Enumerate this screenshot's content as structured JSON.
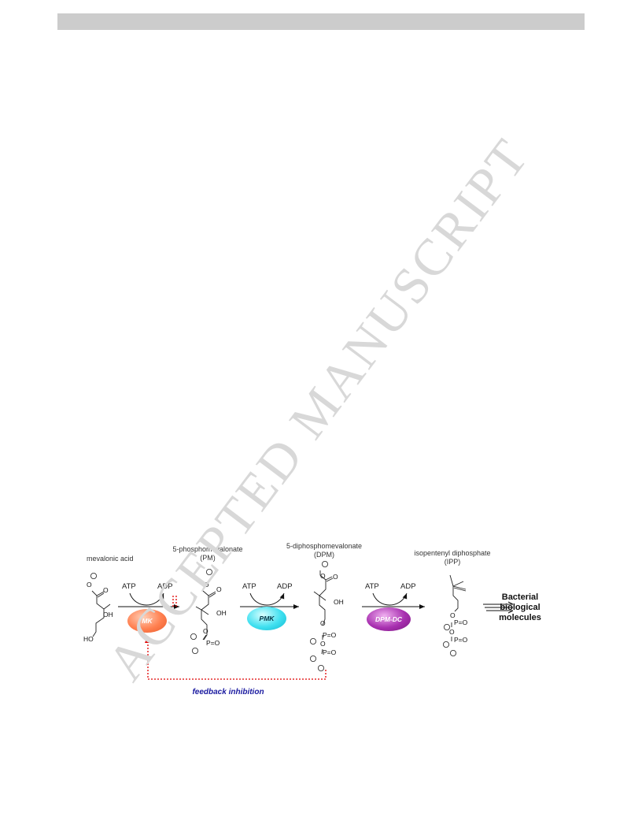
{
  "header": {
    "bar_color": "#cccccc"
  },
  "watermark": {
    "text": "ACCEPTED MANUSCRIPT",
    "color": "#d8d8d8"
  },
  "compounds": [
    {
      "name": "mevalonic acid",
      "abbr": ""
    },
    {
      "name": "5-phosphomevalonate",
      "abbr": "(PM)"
    },
    {
      "name": "5-diphosphomevalonate",
      "abbr": "(DPM)"
    },
    {
      "name": "isopentenyl diphosphate",
      "abbr": "(IPP)"
    }
  ],
  "cofactors": {
    "atp": "ATP",
    "adp": "ADP"
  },
  "enzymes": [
    {
      "label": "MK",
      "color": "#ff8050"
    },
    {
      "label": "PMK",
      "color": "#40e0f0"
    },
    {
      "label": "DPM-DC",
      "color": "#a830b0"
    }
  ],
  "product": {
    "line1": "Bacterial",
    "line2": "biological",
    "line3": "molecules"
  },
  "feedback": {
    "label": "feedback inhibition",
    "color": "#1a1aa0",
    "line_color": "#e00000"
  },
  "atoms": {
    "O": "O",
    "OH": "OH",
    "HO": "HO",
    "PO": "P=O",
    "minus": "−"
  }
}
